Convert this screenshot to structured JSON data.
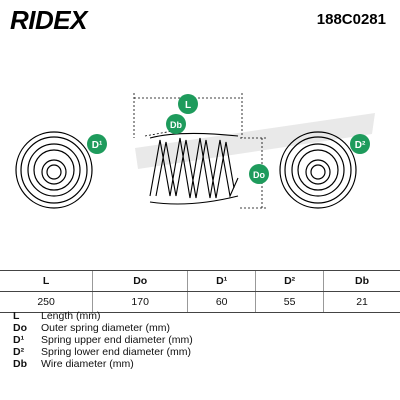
{
  "header": {
    "brand": "RIDEX",
    "part_number": "188C0281"
  },
  "diagram": {
    "labels": {
      "length": "L",
      "wire": "Db",
      "outer": "Do",
      "upper": "D¹",
      "lower": "D²"
    },
    "colors": {
      "accent": "#1e9b5c",
      "watermark": "#e4e4e4"
    }
  },
  "table": {
    "headers": [
      "L",
      "Do",
      "D¹",
      "D²",
      "Db"
    ],
    "values": [
      "250",
      "170",
      "60",
      "55",
      "21"
    ]
  },
  "legend": [
    {
      "key": "L",
      "desc": "Length (mm)"
    },
    {
      "key": "Do",
      "desc": "Outer spring diameter (mm)"
    },
    {
      "key": "D¹",
      "desc": "Spring upper end diameter (mm)"
    },
    {
      "key": "D²",
      "desc": "Spring lower end diameter (mm)"
    },
    {
      "key": "Db",
      "desc": "Wire diameter (mm)"
    }
  ]
}
